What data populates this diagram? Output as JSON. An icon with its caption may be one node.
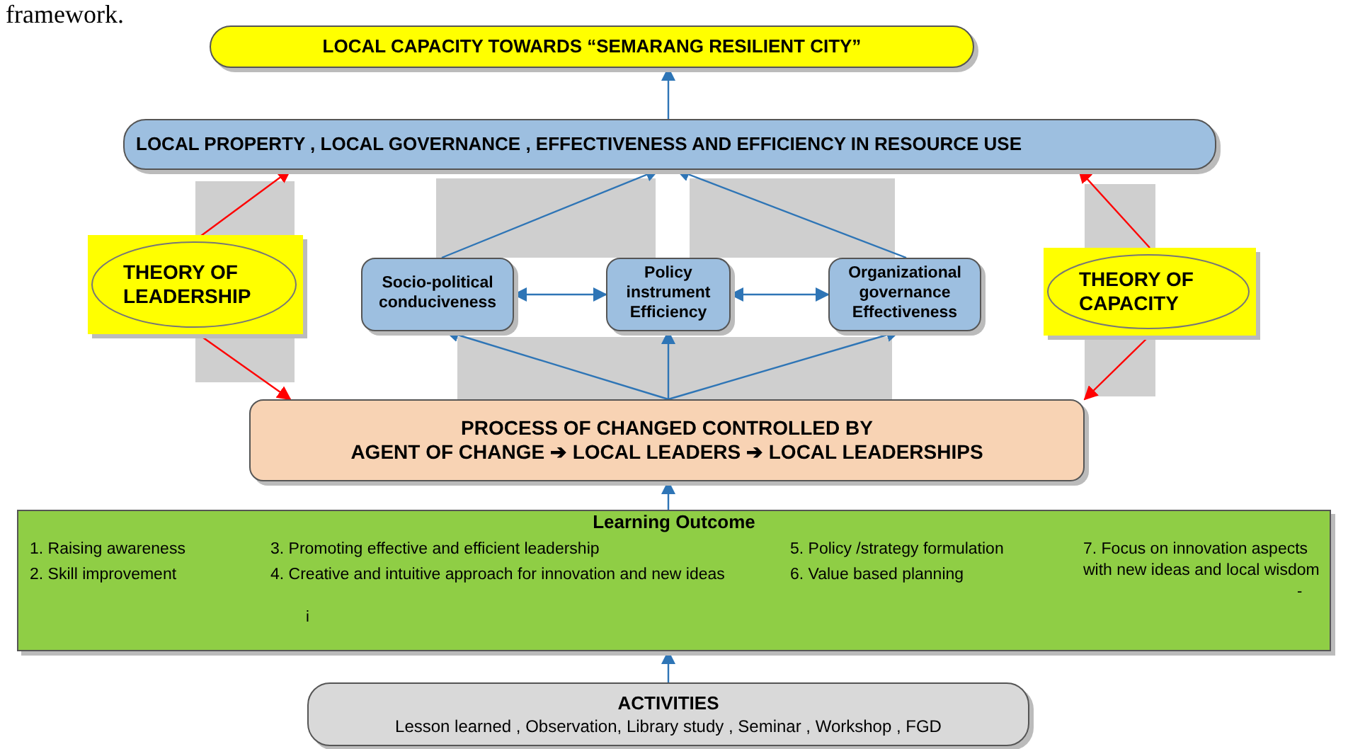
{
  "diagram": {
    "nodes": [
      {
        "text": [
          "LOCAL CAPACITY TOWARDS “SEMARANG RESILIENT CITY”"
        ]
      },
      {
        "text": [
          "LOCAL PROPERTY , LOCAL GOVERNANCE , EFFECTIVENESS AND EFFICIENCY IN RESOURCE USE"
        ]
      },
      {
        "text": [
          "THEORY OF LEADERSHIP"
        ]
      },
      {
        "text": [
          "Socio-political conduciveness"
        ]
      },
      {
        "text": [
          "Policy instrument Efficiency"
        ]
      },
      {
        "text": [
          "Organizational governance Effectiveness"
        ]
      },
      {
        "text": [
          "THEORY OF CAPACITY"
        ]
      },
      {
        "text": [
          "PROCESS OF CHANGED CONTROLLED BY",
          "AGENT OF CHANGE ➔ LOCAL LEADERS ➔ LOCAL LEADERSHIPS"
        ]
      },
      {
        "text": [
          "Learning Outcome",
          "1. Raising awareness",
          "2. Skill improvement",
          "3. Promoting effective and efficient leadership",
          "4. Creative and intuitive approach for innovation and new ideas",
          "5. Policy /strategy formulation",
          "6. Value based planning",
          "7. Focus on innovation aspects with new ideas and local wisdom"
        ]
      },
      {
        "text": [
          "ACTIVITIES",
          "Lesson learned , Observation, Library study , Seminar , Workshop , FGD"
        ]
      }
    ],
    "edges": [
      {
        "from": 1,
        "to": 0,
        "arrow": "to"
      },
      {
        "from": 2,
        "to": 1,
        "arrow": "to",
        "color": "#ff0000"
      },
      {
        "from": 2,
        "to": 7,
        "arrow": "to",
        "color": "#ff0000"
      },
      {
        "from": 6,
        "to": 1,
        "arrow": "to",
        "color": "#ff0000"
      },
      {
        "from": 6,
        "to": 7,
        "arrow": "to",
        "color": "#ff0000"
      },
      {
        "from": 3,
        "to": 1,
        "arrow": "to"
      },
      {
        "from": 5,
        "to": 1,
        "arrow": "to"
      },
      {
        "from": 3,
        "to": 4,
        "arrow": "both"
      },
      {
        "from": 4,
        "to": 5,
        "arrow": "both"
      },
      {
        "from": 7,
        "to": 3,
        "arrow": "to"
      },
      {
        "from": 7,
        "to": 4,
        "arrow": "to"
      },
      {
        "from": 7,
        "to": 5,
        "arrow": "to"
      },
      {
        "from": 8,
        "to": 7,
        "arrow": "to"
      },
      {
        "from": 9,
        "to": 8,
        "arrow": "to"
      }
    ],
    "labels": [
      "framework.",
      "i",
      "-"
    ]
  }
}
